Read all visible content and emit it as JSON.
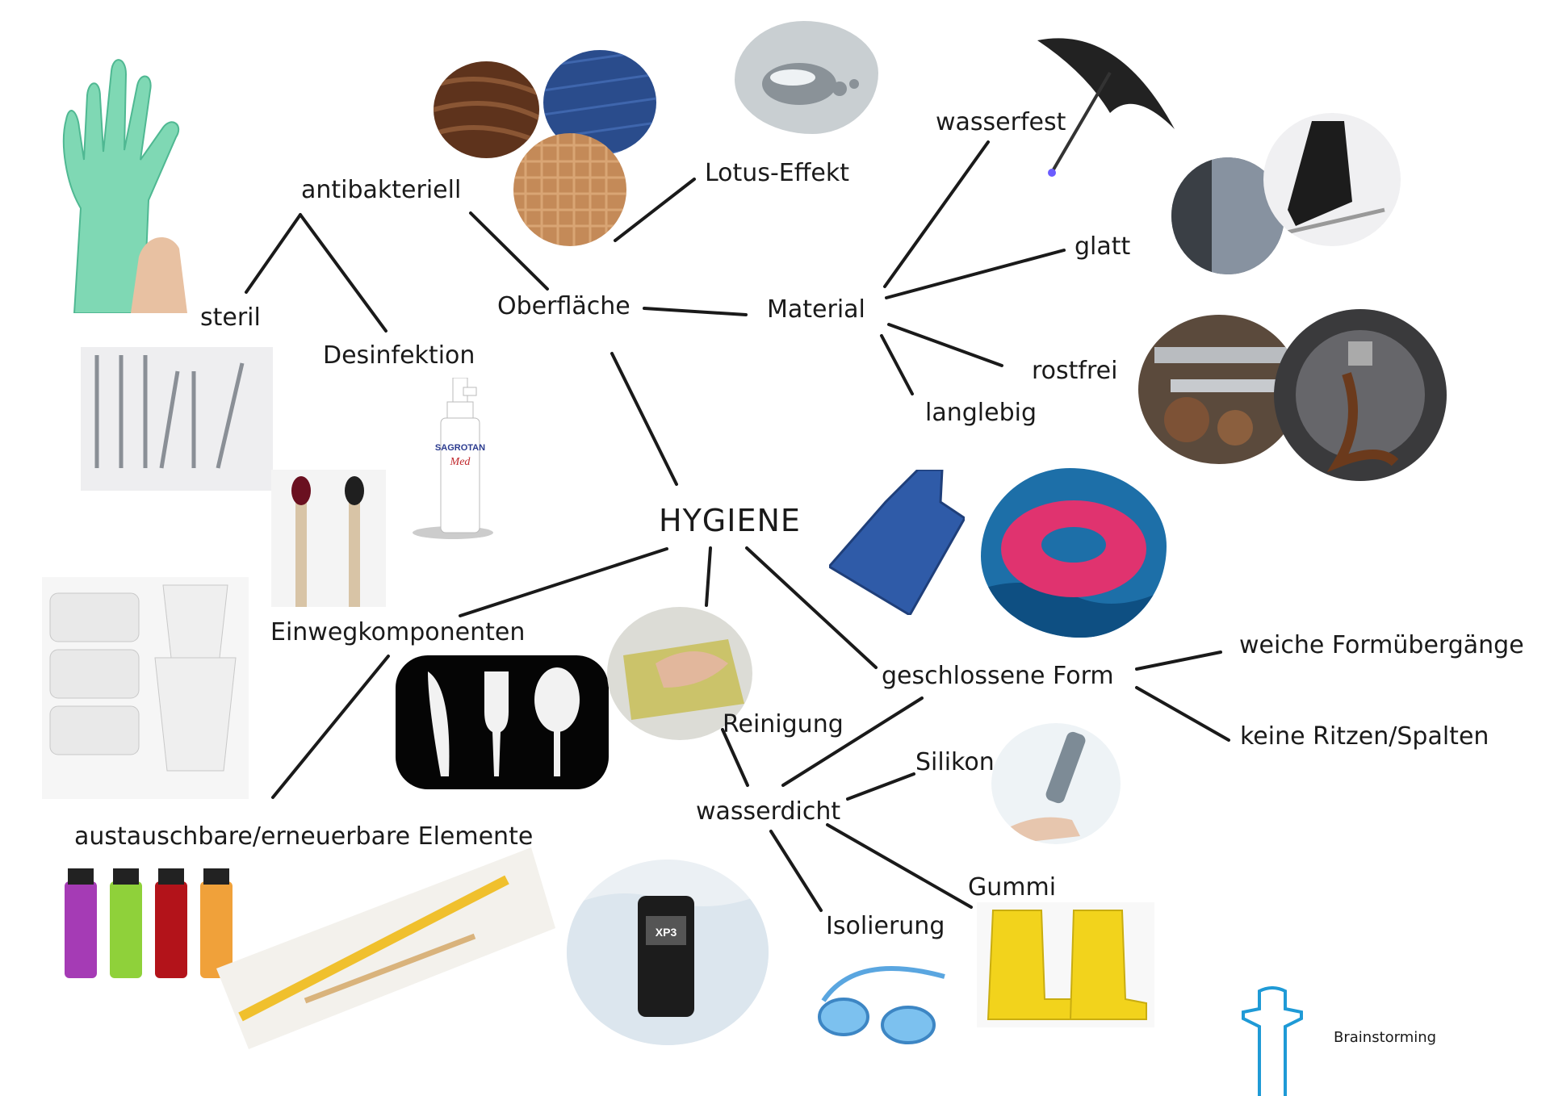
{
  "diagram": {
    "center": "HYGIENE",
    "branches": {
      "antibakteriell": "antibakteriell",
      "steril": "steril",
      "desinfektion": "Desinfektion",
      "oberflaeche": "Oberfläche",
      "lotus": "Lotus-Effekt",
      "material": "Material",
      "wasserfest": "wasserfest",
      "glatt": "glatt",
      "rostfrei": "rostfrei",
      "langlebig": "langlebig",
      "einweg": "Einwegkomponenten",
      "austauschbar": "austauschbare/erneuerbare Elemente",
      "reinigung": "Reinigung",
      "geschlossen": "geschlossene Form",
      "weich": "weiche Formübergänge",
      "ritzen": "keine Ritzen/Spalten",
      "wasserdicht": "wasserdicht",
      "silikon": "Silikon",
      "gummi": "Gummi",
      "isolierung": "Isolierung"
    },
    "footer_label": "Brainstorming",
    "photo_text": {
      "spray_brand": "SAGROTAN",
      "spray_sub": "Med",
      "phone_model": "XP3"
    }
  },
  "colors": {
    "line": "#1a1a1a",
    "text": "#1a1a1a",
    "logo": "#1f9ad6"
  },
  "icons": [
    "glove-photo",
    "wood-texture",
    "fabric-texture",
    "burlap-texture",
    "water-drop-photo",
    "umbrella-photo",
    "steel-surface-photo",
    "ice-skate-photo",
    "dental-tools-photo",
    "spray-bottle-photo",
    "matches-photo",
    "tools-photo",
    "rusty-lock-photo",
    "hot-water-bottle-photo",
    "swim-ring-photo",
    "styrofoam-containers-photo",
    "plastic-cutlery-photo",
    "cleaning-cloth-photo",
    "silicone-gun-photo",
    "lighters-photo",
    "pencils-photo",
    "waterproof-phone-photo",
    "goggles-photo",
    "rubber-boots-photo",
    "bottle-logo-icon"
  ]
}
